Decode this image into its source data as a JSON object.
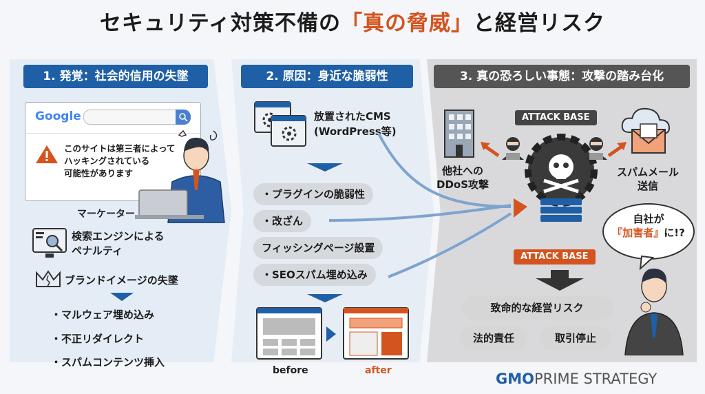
{
  "title": {
    "prefix": "セキュリティ対策不備の",
    "highlight": "「真の脅威」",
    "suffix": "と経営リスク"
  },
  "section1": {
    "header": "1. 発覚：社会的信用の失墜",
    "search_logo": "Google",
    "warning_lines": [
      "このサイトは第三者によって",
      "ハッキングされている",
      "可能性があります"
    ],
    "person_label": "マーケーター",
    "items": [
      {
        "icon": "search-monitor-icon",
        "lines": [
          "検索エンジンによる",
          "ペナルティ"
        ]
      },
      {
        "icon": "broken-crown-icon",
        "lines": [
          "ブランドイメージの失墜"
        ]
      }
    ],
    "bullets": [
      "・マルウェア埋め込み",
      "・不正リダイレクト",
      "・スパムコンテンツ挿入"
    ]
  },
  "section2": {
    "header": "2. 原因：身近な脆弱性",
    "cms_lines": [
      "放置されたCMS",
      "(WordPress等)"
    ],
    "vulnerabilities": [
      "・プラグインの脆弱性",
      "・改ざん",
      "フィッシングページ設置",
      "・SEOスパム埋め込み"
    ],
    "before_label": "before",
    "after_label": "after"
  },
  "section3": {
    "header": "3. 真の恐ろしい事態：攻撃の踏み台化",
    "attack_base_top": "ATTACK BASE",
    "attack_base_bottom": "ATTACK BASE",
    "ddos_lines": [
      "他社への",
      "DDoS攻撃"
    ],
    "spam_lines": [
      "スパムメール",
      "送信"
    ],
    "speech_lines": [
      "自社が",
      "『加害者』",
      "に!?"
    ],
    "risk_main": "致命的な経営リスク",
    "risk_items": [
      "法的責任",
      "取引停止"
    ]
  },
  "brand": {
    "gmo": "GMO",
    "rest": "PRIME STRATEGY"
  },
  "colors": {
    "blue": "#1f5fa6",
    "orange": "#d4541f",
    "dark": "#555555"
  }
}
